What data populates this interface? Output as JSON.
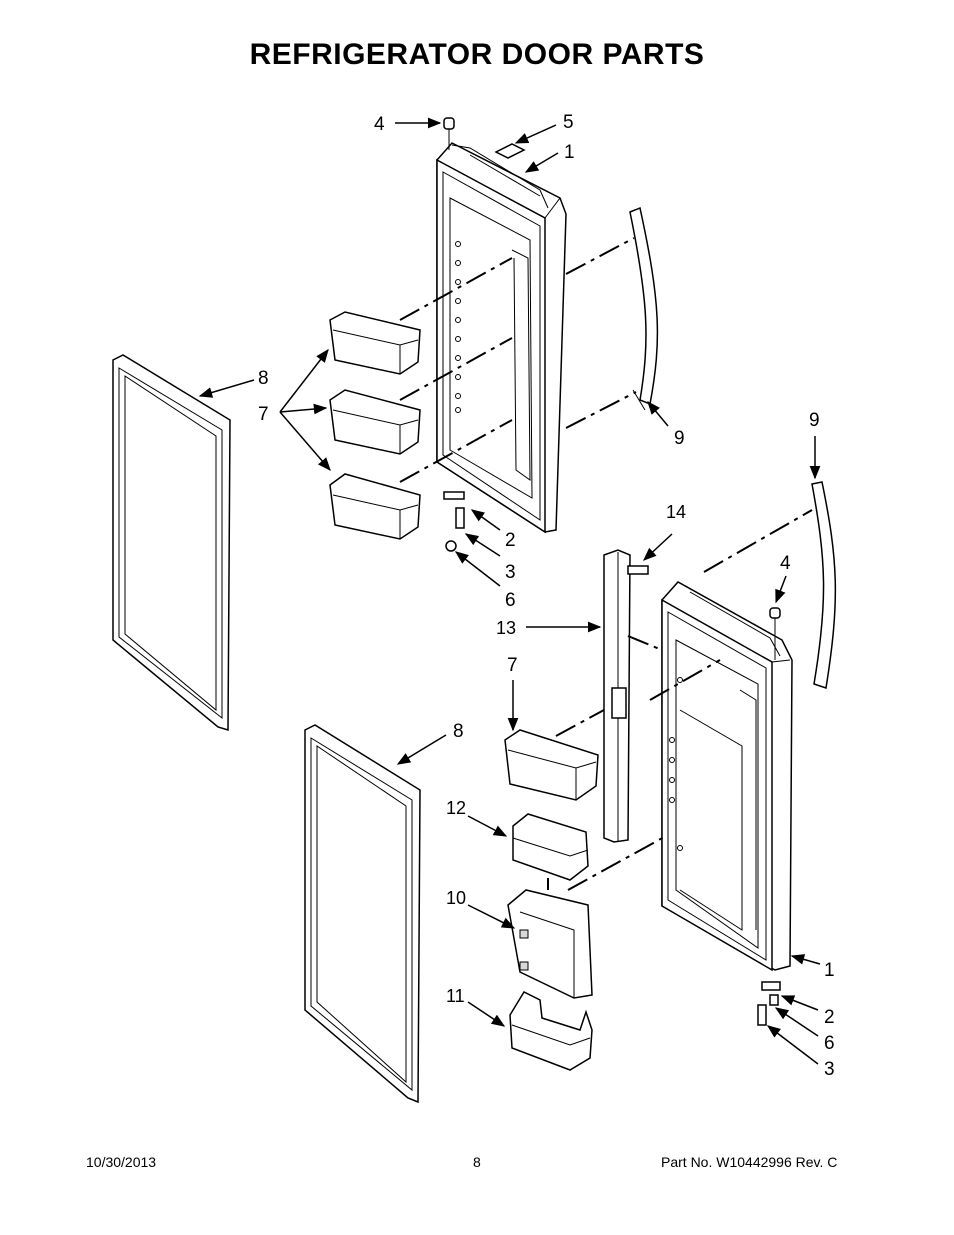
{
  "title": "REFRIGERATOR DOOR PARTS",
  "footer": {
    "date": "10/30/2013",
    "page": "8",
    "part": "Part No.  W10442996  Rev.  C"
  },
  "callouts": {
    "c4a": "4",
    "c5": "5",
    "c1a": "1",
    "c8a": "8",
    "c7a": "7",
    "c9a": "9",
    "c2a": "2",
    "c3a": "3",
    "c6a": "6",
    "c9b": "9",
    "c14": "14",
    "c4b": "4",
    "c13": "13",
    "c7b": "7",
    "c8b": "8",
    "c12": "12",
    "c10": "10",
    "c11": "11",
    "c1b": "1",
    "c2b": "2",
    "c6b": "6",
    "c3b": "3"
  },
  "icons": [
    "arrowhead",
    "screw",
    "hinge-pin",
    "door-bin",
    "door-gasket",
    "door-handle"
  ]
}
